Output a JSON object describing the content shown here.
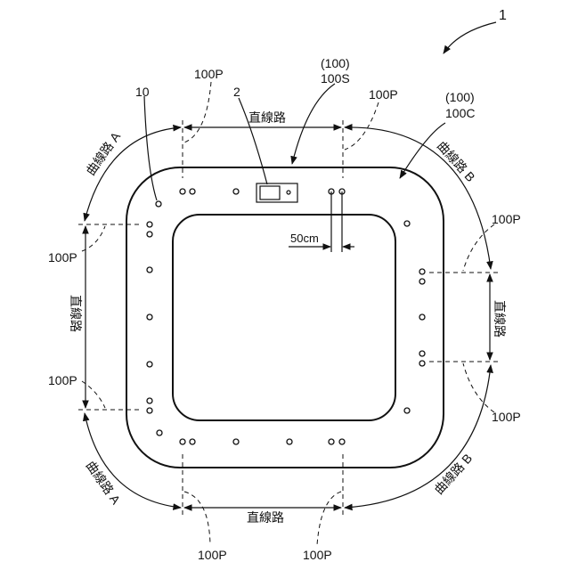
{
  "figure": {
    "figure_number": "1",
    "refs": {
      "ref_10": "10",
      "ref_2": "2",
      "ref_100s_group": "(100)",
      "ref_100s": "100S",
      "ref_100c_group": "(100)",
      "ref_100c": "100C"
    },
    "boundary_label": "100P",
    "straight_label": "直線路",
    "curve_a": "曲線路 A",
    "curve_b": "曲線路 B",
    "dimension_label": "50cm"
  },
  "colors": {
    "line": "#111111",
    "background": "#ffffff"
  },
  "icons": [
    "rfid-tag-marker-dot",
    "vehicle-rectangle"
  ]
}
